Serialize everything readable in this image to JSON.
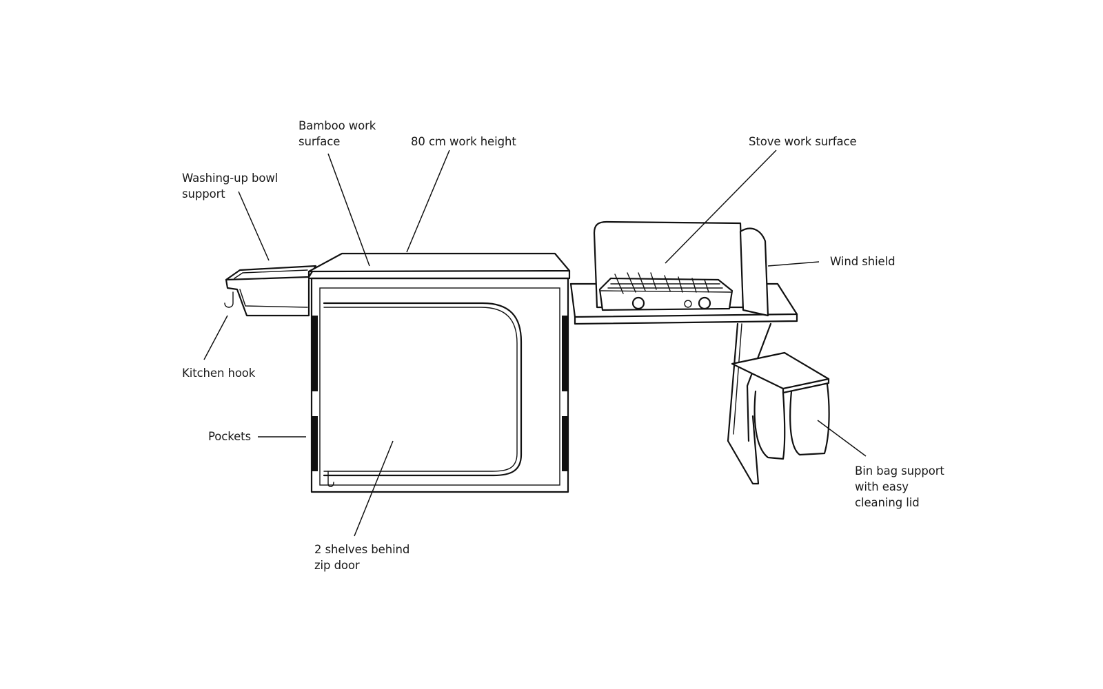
{
  "labels": {
    "bamboo_work_surface": [
      "Bamboo work",
      "surface"
    ],
    "work_height": [
      "80 cm work height"
    ],
    "stove_work_surface": [
      "Stove work surface"
    ],
    "washing_up_bowl_support": [
      "Washing-up bowl",
      "support"
    ],
    "wind_shield": [
      "Wind shield"
    ],
    "kitchen_hook": [
      "Kitchen hook"
    ],
    "pockets": [
      "Pockets"
    ],
    "shelves_zip_door": [
      "2 shelves behind",
      "zip door"
    ],
    "bin_bag_support": [
      "Bin bag support",
      "with easy",
      "cleaning lid"
    ]
  },
  "colors": {
    "line": "#111111",
    "background": "#ffffff"
  }
}
